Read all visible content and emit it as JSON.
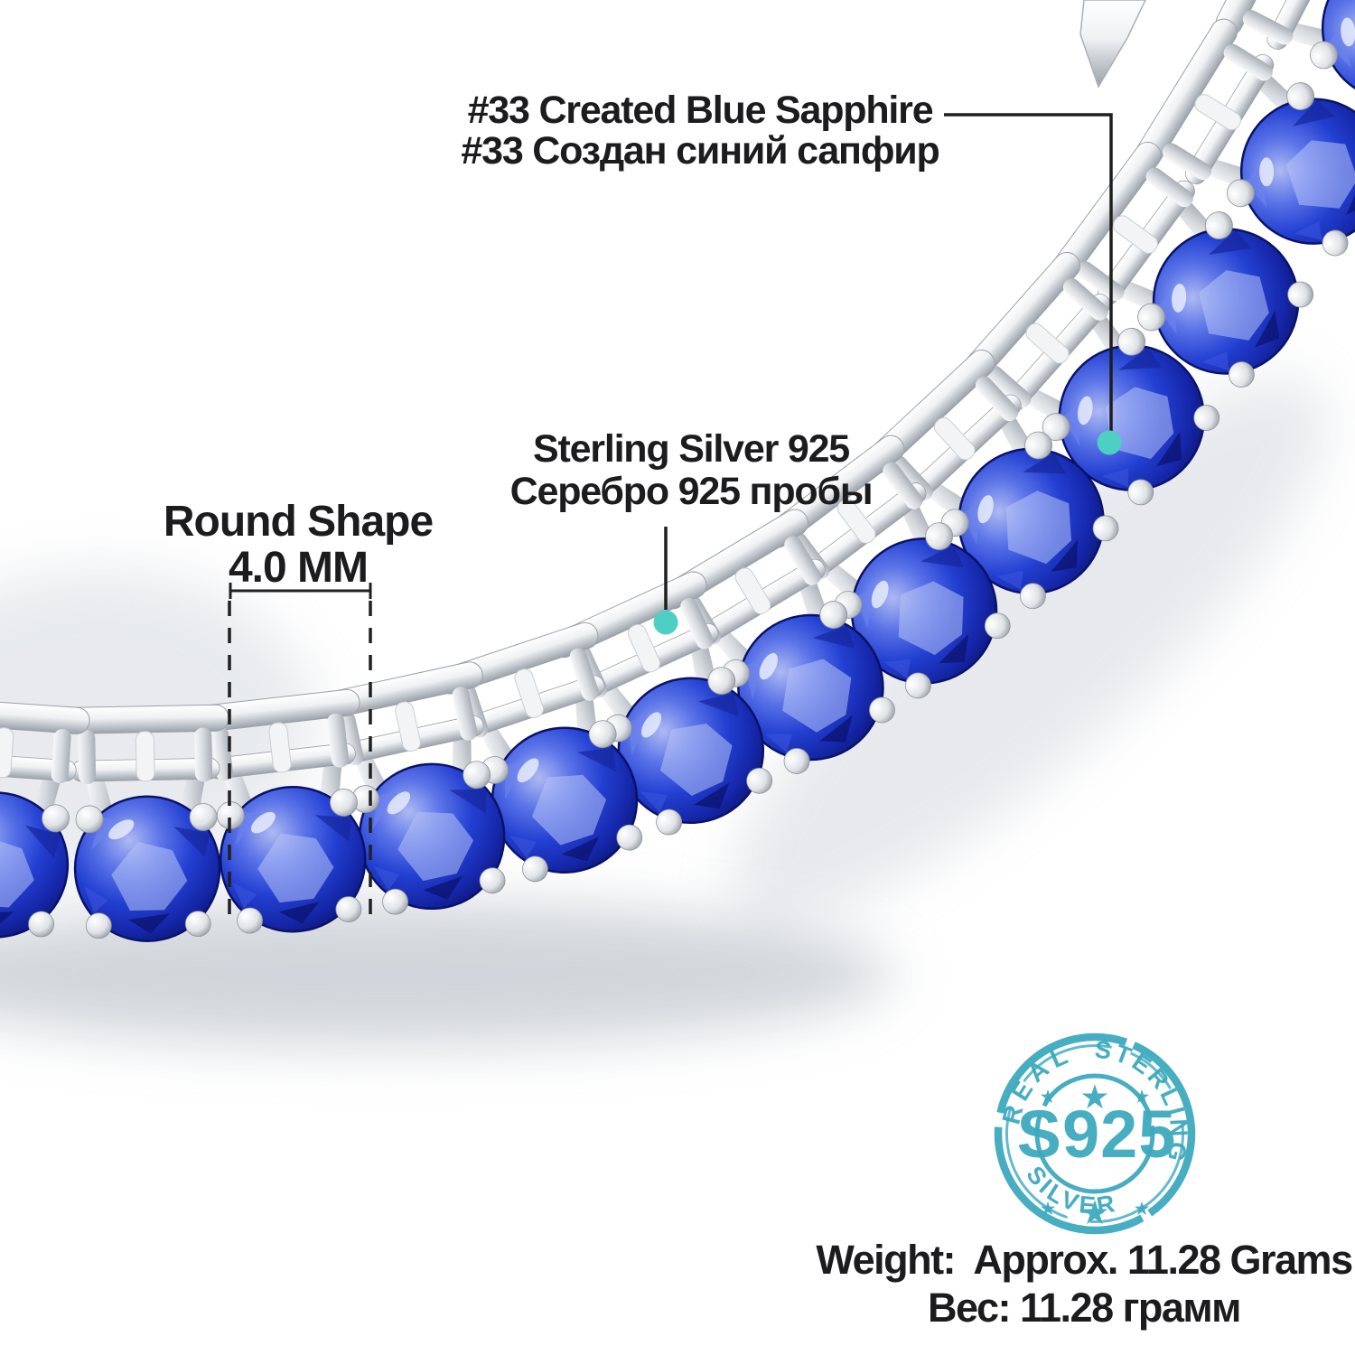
{
  "colors": {
    "stamp_teal": "#3ea9be",
    "marker_dot": "#4dcfc4",
    "text": "#1c1c1e",
    "gem_blue": "#2440d0",
    "gem_blue_light": "#aeb9f2",
    "gem_blue_dark": "#0c1570",
    "silver": "#d7dbdf",
    "leader_line": "#1e1e1e"
  },
  "labels": {
    "gem": {
      "line1": "#33 Created Blue Sapphire",
      "line2": "#33 Создан синий сапфир"
    },
    "metal": {
      "line1": "Sterling Silver 925",
      "line2": "Серебро 925 пробы"
    },
    "shape": {
      "line1": "Round Shape",
      "line2": "4.0 MM"
    },
    "weight": {
      "line1": "Weight:  Approx. 11.28 Grams",
      "line2": "Вес: 11.28 грамм"
    }
  },
  "stamp": {
    "center": "S925",
    "arc_upper_left": "REAL",
    "arc_upper_right": "STERLING",
    "arc_lower": "SILVER",
    "star": "★"
  }
}
